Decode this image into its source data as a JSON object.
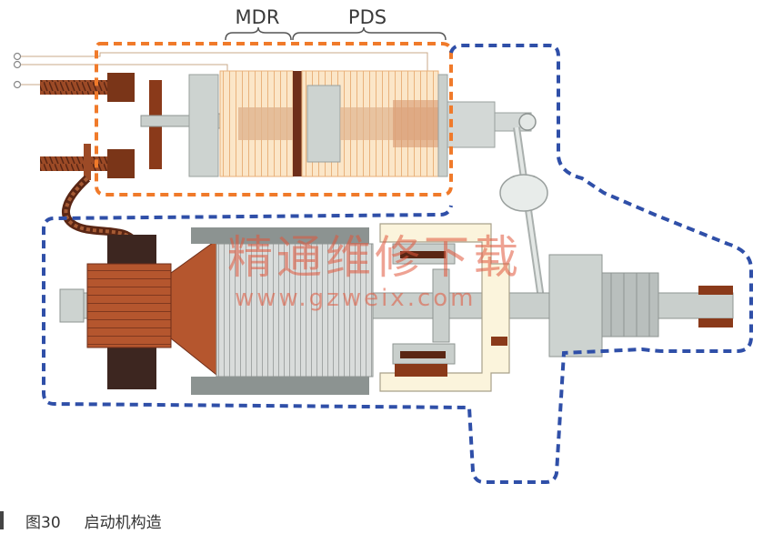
{
  "labels": {
    "mdr": "MDR",
    "pds": "PDS"
  },
  "watermark": {
    "cn": "精通维修下载",
    "url": "www.gzweix.com"
  },
  "caption": {
    "figure": "图30",
    "title": "启动机构造"
  },
  "colors": {
    "orange_outline": "#f07a2a",
    "blue_outline": "#2f4fa8",
    "copper": "#b5562e",
    "dark_copper": "#6e2e1a",
    "metal": "#c9cfcc",
    "dark_metal": "#6f7472",
    "coil": "#f6d9b4",
    "watermark": "#e0563a"
  }
}
